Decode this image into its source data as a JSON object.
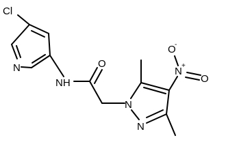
{
  "molecule": {
    "atoms": {
      "cl": "Cl",
      "n_pyridine": "N",
      "nh": "NH",
      "o_carbonyl": "O",
      "n_pyrazole_1": "N",
      "n_pyrazole_2": "N",
      "n_nitro": "N",
      "n_nitro_charge": "+",
      "o_nitro_top": "O",
      "o_nitro_top_charge": "-",
      "o_nitro_right": "O"
    }
  }
}
